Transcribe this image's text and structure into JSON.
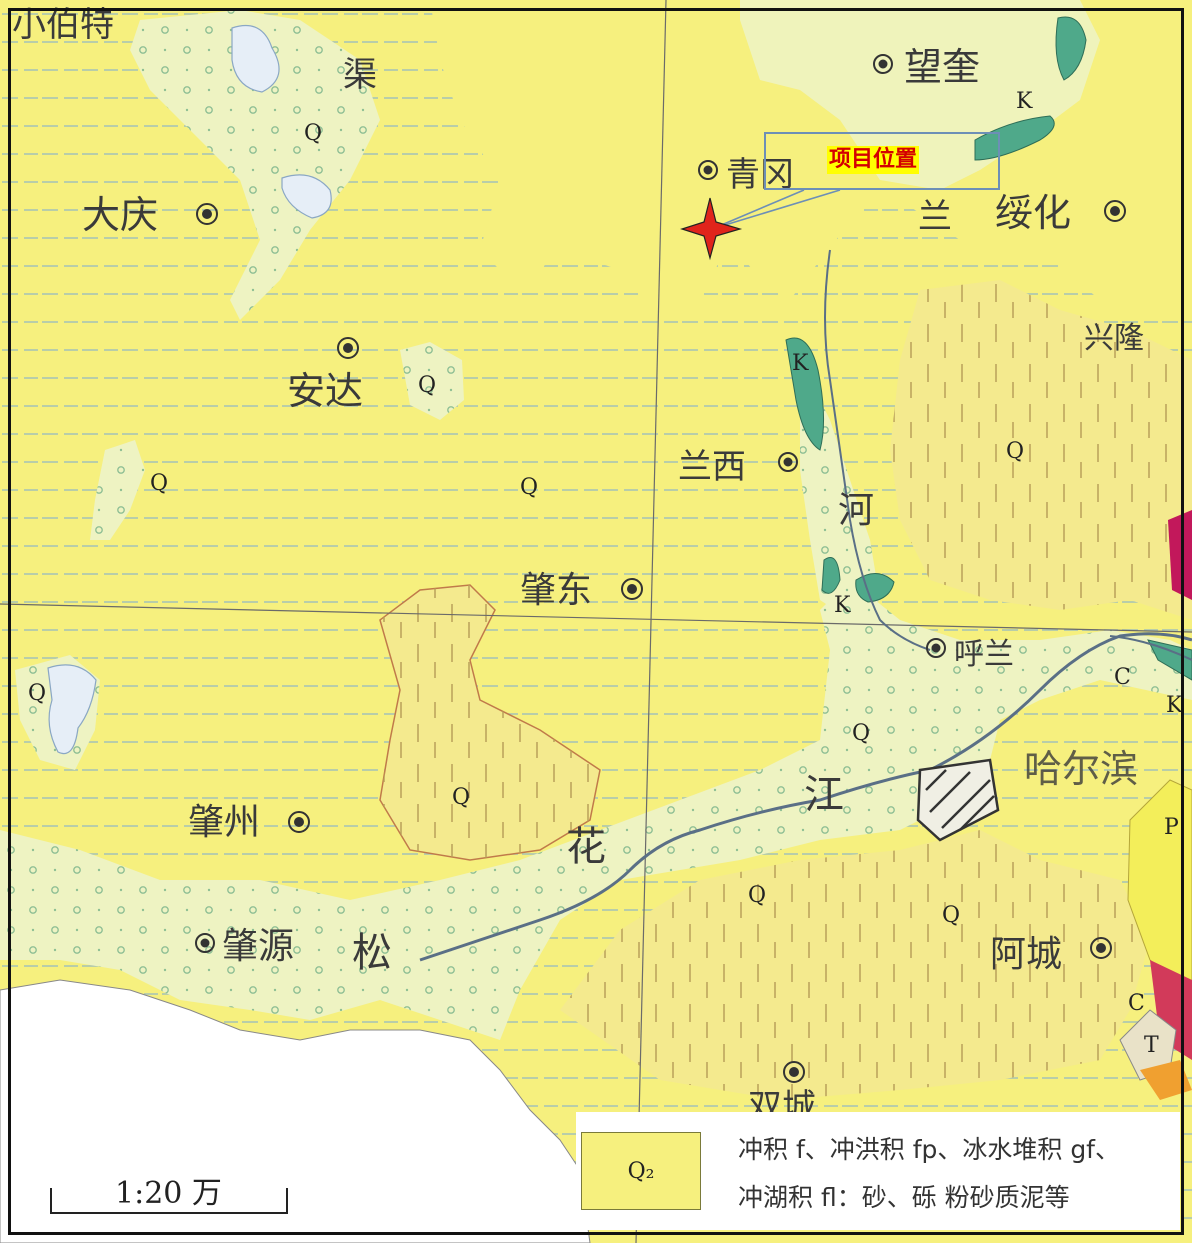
{
  "places": {
    "xiaobote": "小伯特",
    "qu": "渠",
    "daqing": "大庆",
    "qinggang": "青冈",
    "wangkui": "望奎",
    "suihua": "绥化",
    "lan_top": "兰",
    "xinglong": "兴隆",
    "anda": "安达",
    "lanxi": "兰西",
    "he": "河",
    "zhaodong": "肇东",
    "hulan": "呼兰",
    "harbin": "哈尔滨",
    "zhaozhou": "肇州",
    "jiang": "江",
    "hua": "花",
    "zhaoyuan": "肇源",
    "song": "松",
    "acheng": "阿城",
    "shuangcheng": "双城"
  },
  "units": {
    "q4": "Q",
    "q3": "Q",
    "k2": "K",
    "c2": "C",
    "t3": "T",
    "p": "P",
    "k": "K"
  },
  "callout": {
    "label": "项目位置"
  },
  "scale": {
    "text": "1:20 万"
  },
  "legend": {
    "code": "Q₂",
    "line1": "冲积 f、冲洪积 fp、冰水堆积 gf、",
    "line2": "冲湖积 fl：砂、砾 粉砂质泥等"
  },
  "colors": {
    "plain_yellow": "#f6f07e",
    "alluvial_green": "#eef3c2",
    "lacustrine_yellow": "#f4ea8e",
    "cretaceous_teal": "#4fa98a",
    "lake_white": "#e6eef7",
    "river_blue": "#5a6f86",
    "marker_red": "#e0241b",
    "harbin_magenta": "#c2185b"
  }
}
